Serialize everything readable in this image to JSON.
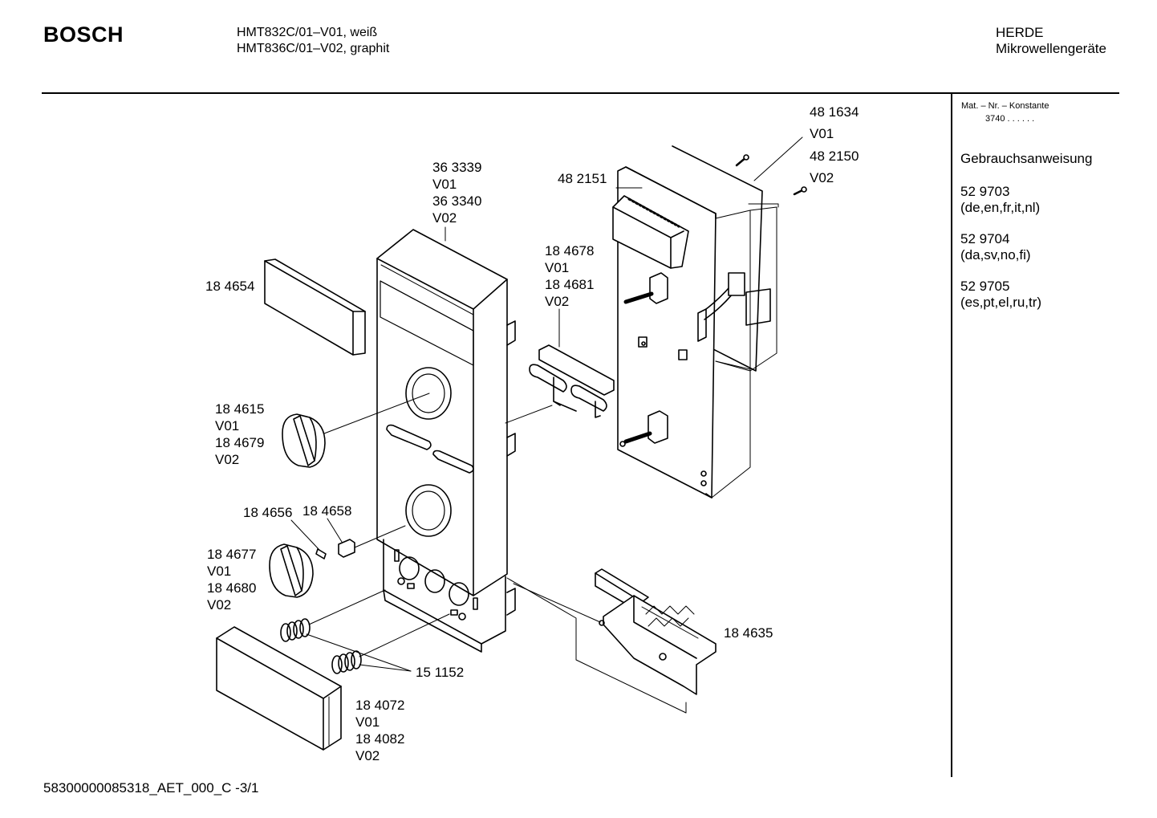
{
  "header": {
    "brand": "BOSCH",
    "models": [
      "HMT832C/01–V01, weiß",
      "HMT836C/01–V02, graphit"
    ],
    "category": "HERDE",
    "subcategory": "Mikrowellengeräte"
  },
  "sidebar": {
    "mat_label": "Mat. – Nr. – Konstante",
    "mat_value": "3740  .  .  .  .  .  .",
    "manual_heading": "Gebrauchsanweisung",
    "manuals": [
      {
        "number": "52 9703",
        "languages": "(de,en,fr,it,nl)"
      },
      {
        "number": "52 9704",
        "languages": "(da,sv,no,fi)"
      },
      {
        "number": "52 9705",
        "languages": "(es,pt,el,ru,tr)"
      }
    ]
  },
  "parts": {
    "front_panel": [
      "36 3339",
      "V01",
      "36 3340",
      "V02"
    ],
    "board": [
      "48 1634",
      "V01",
      "48 2150",
      "V02"
    ],
    "display_module": "48 2151",
    "button_bar": [
      "18 4678",
      "V01",
      "18 4681",
      "V02"
    ],
    "window": "18 4654",
    "knob_upper": [
      "18 4615",
      "V01",
      "18 4679",
      "V02"
    ],
    "spring_small": "18 4656",
    "clip": "18 4658",
    "knob_lower": [
      "18 4677",
      "V01",
      "18 4680",
      "V02"
    ],
    "spring": "15 1152",
    "door_button": [
      "18 4072",
      "V01",
      "18 4082",
      "V02"
    ],
    "latch": "18 4635"
  },
  "footer": {
    "document_id": "58300000085318_AET_000_C  -3/1"
  }
}
